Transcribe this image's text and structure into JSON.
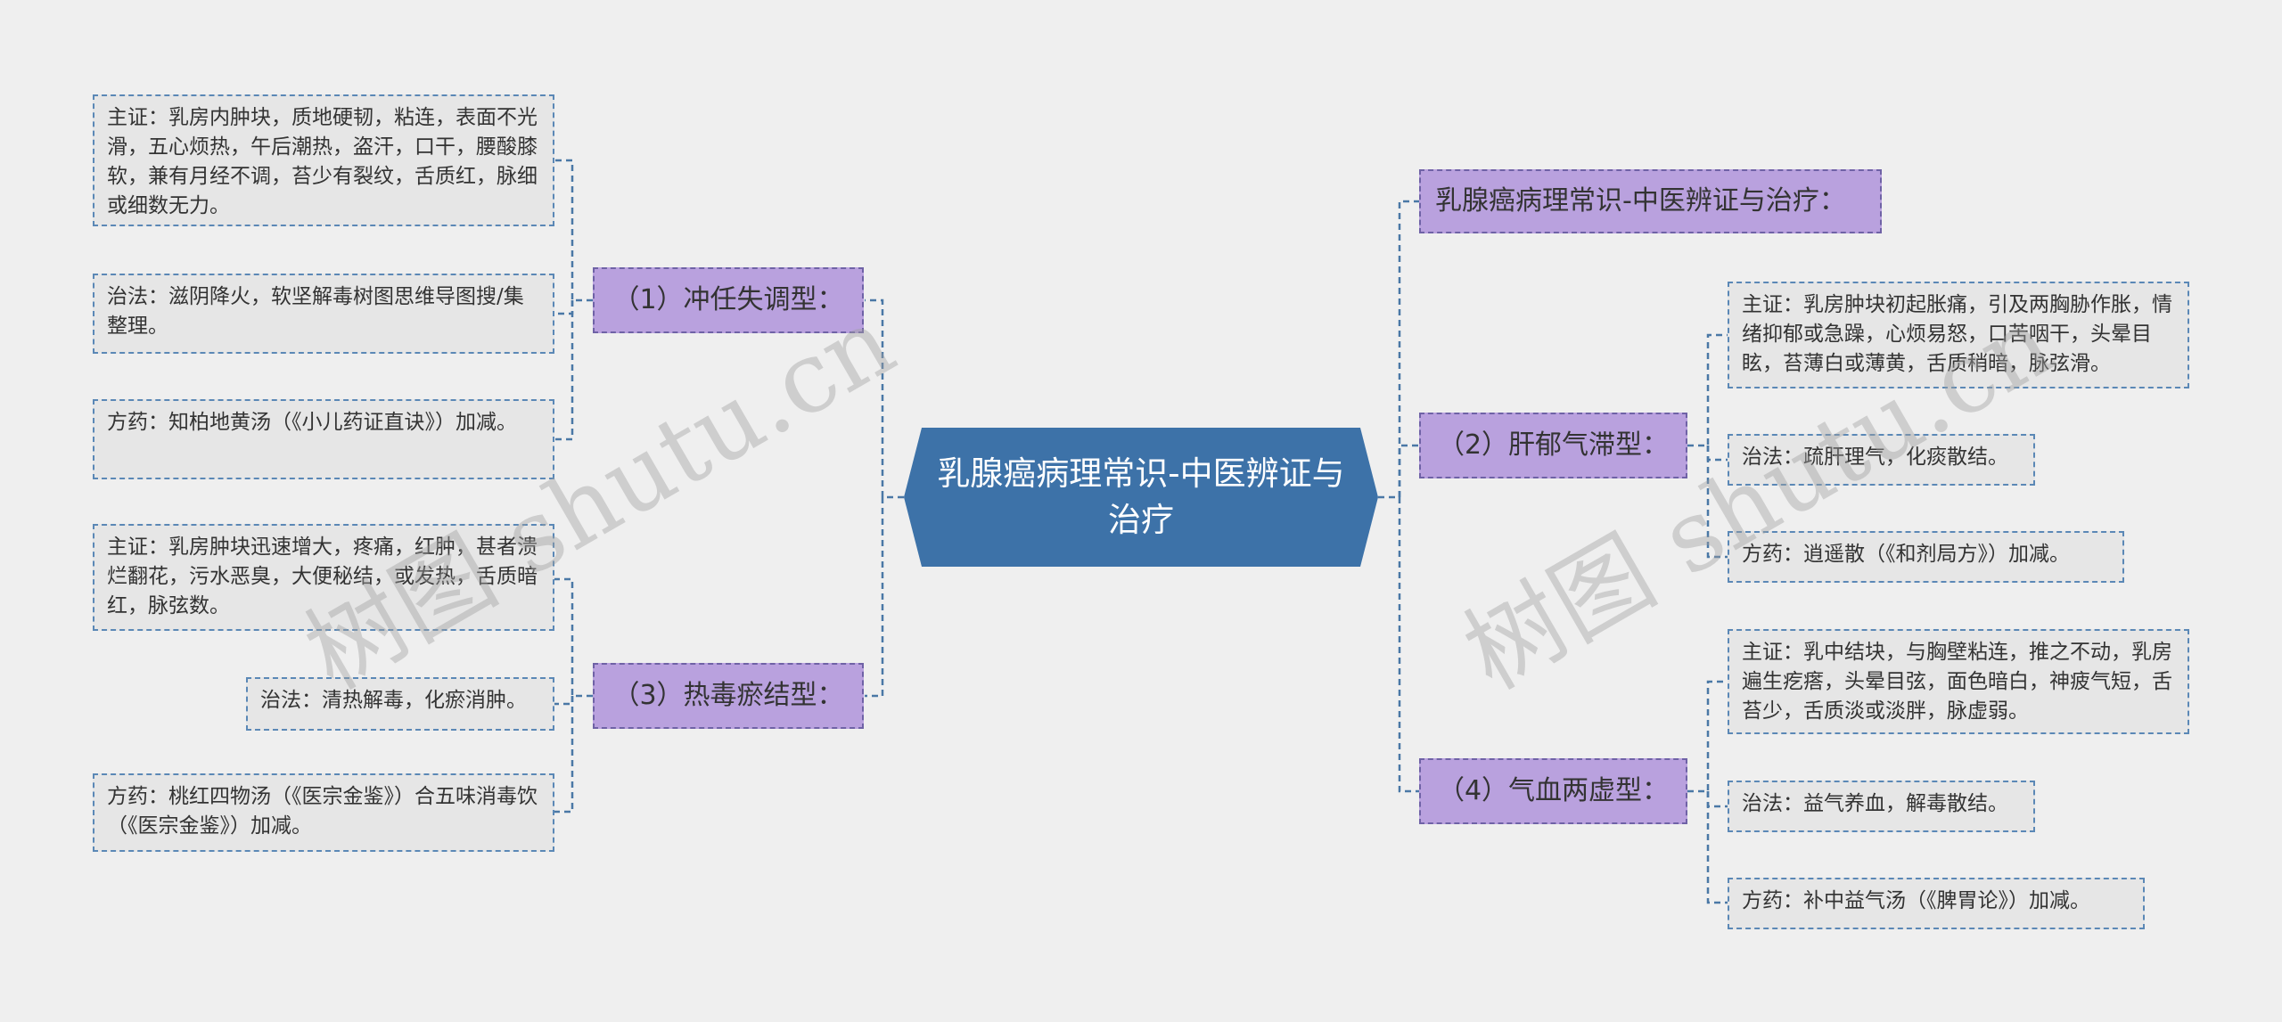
{
  "root": {
    "title": "乳腺癌病理常识-中医辨证与治疗"
  },
  "right_top": {
    "label": "乳腺癌病理常识-中医辨证与治疗："
  },
  "branches": [
    {
      "label": "（1）冲任失调型：",
      "leaves": [
        "主证：乳房内肿块，质地硬韧，粘连，表面不光滑，五心烦热，午后潮热，盗汗，口干，腰酸膝软，兼有月经不调，苔少有裂纹，舌质红，脉细或细数无力。",
        "治法：滋阴降火，软坚解毒树图思维导图搜/集整理。",
        "方药：知柏地黄汤（《小儿药证直诀》）加减。"
      ]
    },
    {
      "label": "（3）热毒瘀结型：",
      "leaves": [
        "主证：乳房肿块迅速增大，疼痛，红肿，甚者溃烂翻花，污水恶臭，大便秘结，或发热，舌质暗红，脉弦数。",
        "治法：清热解毒，化瘀消肿。",
        "方药：桃红四物汤（《医宗金鉴》）合五味消毒饮（《医宗金鉴》）加减。"
      ]
    },
    {
      "label": "（2）肝郁气滞型：",
      "leaves": [
        "主证：乳房肿块初起胀痛，引及两胸胁作胀，情绪抑郁或急躁，心烦易怒，口苦咽干，头晕目眩，苔薄白或薄黄，舌质稍暗，脉弦滑。",
        "治法：疏肝理气，化痰散结。",
        "方药：逍遥散（《和剂局方》）加减。"
      ]
    },
    {
      "label": "（4）气血两虚型：",
      "leaves": [
        "主证：乳中结块，与胸壁粘连，推之不动，乳房遍生疙瘩，头晕目弦，面色暗白，神疲气短，舌苔少，舌质淡或淡胖，脉虚弱。",
        "治法：益气养血，解毒散结。",
        "方药：补中益气汤（《脾胃论》）加减。"
      ]
    }
  ],
  "watermarks": [
    "树图 shutu.cn",
    "树图 shutu.cn"
  ],
  "colors": {
    "root_fill": "#3d72a8",
    "branch_fill": "#b9a1de",
    "leaf_fill": "#e6e6e6",
    "line": "#4a78a6"
  }
}
